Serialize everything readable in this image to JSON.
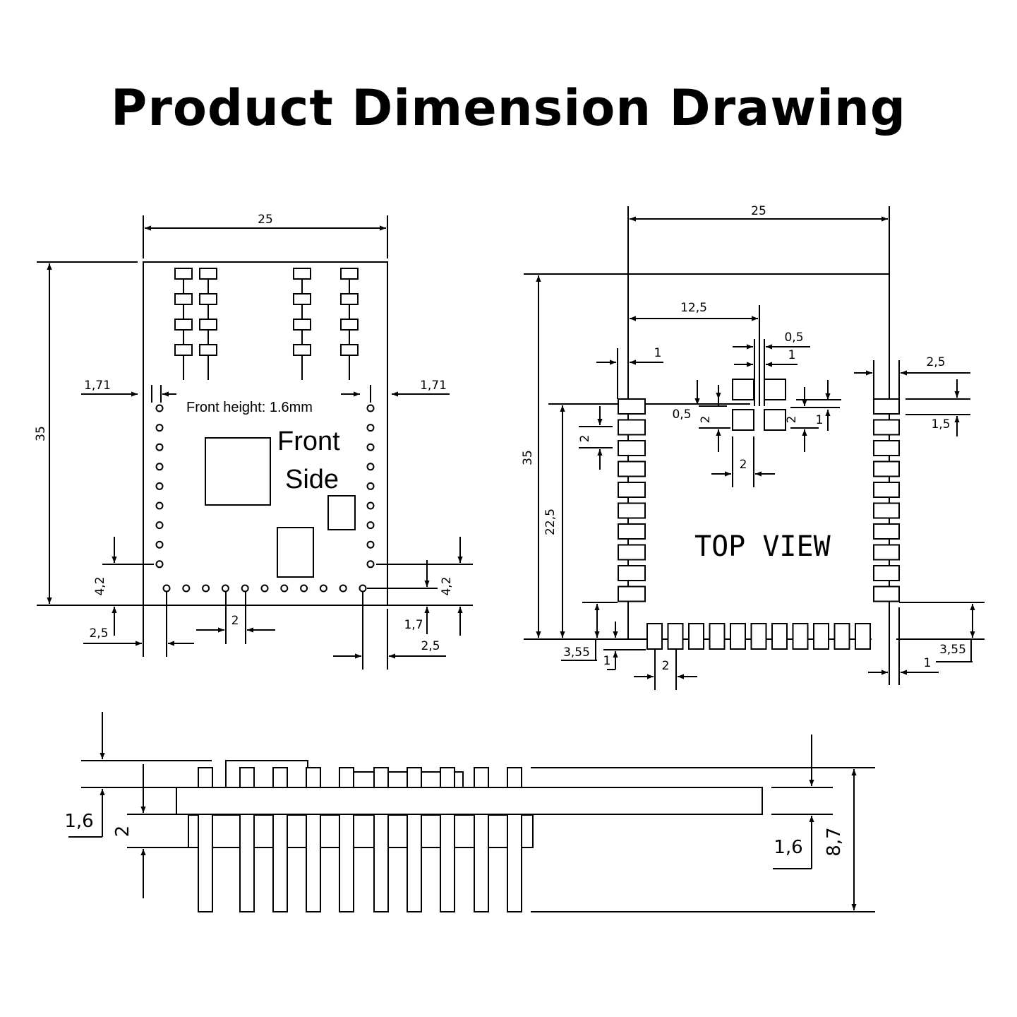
{
  "title": "Product Dimension Drawing",
  "front_view": {
    "width": "25",
    "height": "35",
    "pin_offset_left": "1,71",
    "pin_offset_right": "1,71",
    "front_height_note": "Front height: 1.6mm",
    "label_line1": "Front",
    "label_line2": "Side",
    "left_bottom_offset": "4,2",
    "right_bottom_offset": "4,2",
    "left_edge_offset": "2,5",
    "right_edge_offset": "2,5",
    "pin_pitch": "2",
    "right_small": "1,7"
  },
  "top_view": {
    "width": "25",
    "height": "35",
    "center_offset": "12,5",
    "pad_gap_a": "0,5",
    "pad_gap_b": "1",
    "left_margin": "1",
    "right_margin": "2,5",
    "small_gap": "0,5",
    "center_pad_a": "2",
    "center_pad_b": "2",
    "center_pad_c": "1",
    "right_pad_height": "1,5",
    "left_pad_pitch": "2",
    "left_height": "22,5",
    "center_pad_width": "2",
    "label": "TOP VIEW",
    "bottom_left_offset": "3,55",
    "bottom_left_small": "1",
    "bottom_pitch": "2",
    "bottom_right_offset": "3,55",
    "bottom_right_small": "1"
  },
  "side_view": {
    "pcb_left": "1,6",
    "pin_left": "2",
    "pcb_right": "1,6",
    "total_height": "8,7"
  }
}
